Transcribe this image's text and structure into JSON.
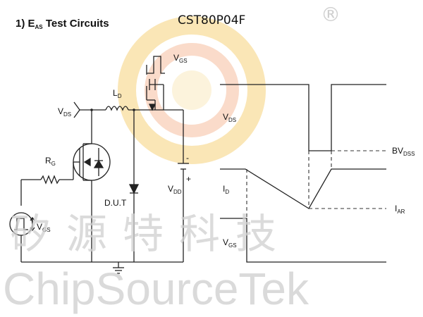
{
  "header": {
    "section_number": "1)",
    "title_prefix": "E",
    "title_sub": "AS",
    "title_suffix": " Test Circuits",
    "part_number": "CST80P04F"
  },
  "circuit_labels": {
    "vds": "V",
    "vds_sub": "DS",
    "ld": "L",
    "ld_sub": "D",
    "rg": "R",
    "rg_sub": "G",
    "vgs_top": "V",
    "vgs_top_sub": "GS",
    "vgs_src": "V",
    "vgs_src_sub": "GS",
    "dut": "D.U.T",
    "vdd": "V",
    "vdd_sub": "DD",
    "minus": "-",
    "plus": "+"
  },
  "waveform_labels": {
    "vds": "V",
    "vds_sub": "DS",
    "id": "I",
    "id_sub": "D",
    "vgs": "V",
    "vgs_sub": "GS",
    "bvdss": "BV",
    "bvdss_sub": "DSS",
    "iar": "I",
    "iar_sub": "AR"
  },
  "watermark": {
    "chinese": "矽源特科技",
    "english": "ChipSourceTek",
    "registered": "®",
    "logo_colors": [
      "#f6d27a",
      "#f3b08a"
    ]
  }
}
